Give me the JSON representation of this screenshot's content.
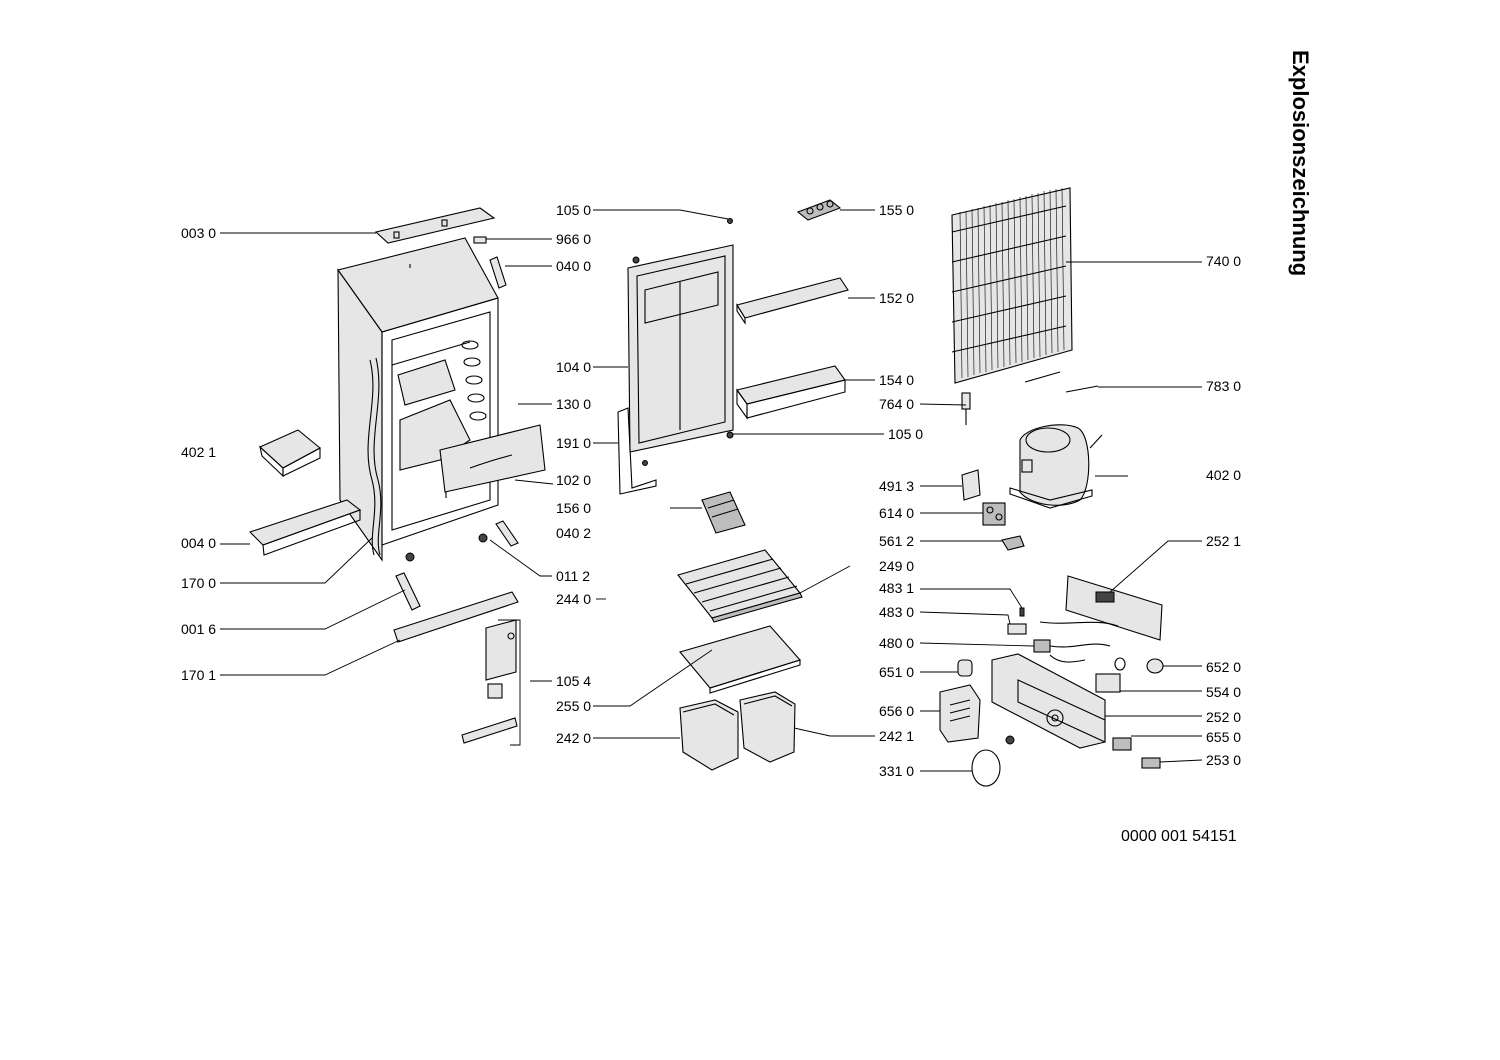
{
  "title": "Explosionszeichnung",
  "document_number": "0000 001 54151",
  "labels": [
    {
      "id": "lbl-003-0",
      "text": "003 0"
    },
    {
      "id": "lbl-402-1",
      "text": "402 1"
    },
    {
      "id": "lbl-004-0",
      "text": "004 0"
    },
    {
      "id": "lbl-170-0",
      "text": "170 0"
    },
    {
      "id": "lbl-001-6",
      "text": "001 6"
    },
    {
      "id": "lbl-170-1",
      "text": "170 1"
    },
    {
      "id": "lbl-105-0a",
      "text": "105 0"
    },
    {
      "id": "lbl-966-0",
      "text": "966 0"
    },
    {
      "id": "lbl-040-0",
      "text": "040 0"
    },
    {
      "id": "lbl-104-0",
      "text": "104 0"
    },
    {
      "id": "lbl-130-0",
      "text": "130 0"
    },
    {
      "id": "lbl-191-0",
      "text": "191 0"
    },
    {
      "id": "lbl-102-0",
      "text": "102 0"
    },
    {
      "id": "lbl-156-0",
      "text": "156 0"
    },
    {
      "id": "lbl-040-2",
      "text": "040 2"
    },
    {
      "id": "lbl-011-2",
      "text": "011 2"
    },
    {
      "id": "lbl-244-0",
      "text": "244 0"
    },
    {
      "id": "lbl-105-4",
      "text": "105 4"
    },
    {
      "id": "lbl-255-0",
      "text": "255 0"
    },
    {
      "id": "lbl-242-0",
      "text": "242 0"
    },
    {
      "id": "lbl-155-0",
      "text": "155 0"
    },
    {
      "id": "lbl-152-0",
      "text": "152 0"
    },
    {
      "id": "lbl-154-0",
      "text": "154 0"
    },
    {
      "id": "lbl-764-0",
      "text": "764 0"
    },
    {
      "id": "lbl-105-0b",
      "text": "105 0"
    },
    {
      "id": "lbl-491-3",
      "text": "491 3"
    },
    {
      "id": "lbl-614-0",
      "text": "614 0"
    },
    {
      "id": "lbl-561-2",
      "text": "561 2"
    },
    {
      "id": "lbl-249-0",
      "text": "249 0"
    },
    {
      "id": "lbl-483-1",
      "text": "483 1"
    },
    {
      "id": "lbl-483-0",
      "text": "483 0"
    },
    {
      "id": "lbl-480-0",
      "text": "480 0"
    },
    {
      "id": "lbl-651-0",
      "text": "651 0"
    },
    {
      "id": "lbl-656-0",
      "text": "656 0"
    },
    {
      "id": "lbl-331-0",
      "text": "331 0"
    },
    {
      "id": "lbl-242-1",
      "text": "242 1"
    },
    {
      "id": "lbl-740-0",
      "text": "740 0"
    },
    {
      "id": "lbl-783-0",
      "text": "783 0"
    },
    {
      "id": "lbl-402-0",
      "text": "402 0"
    },
    {
      "id": "lbl-252-1",
      "text": "252 1"
    },
    {
      "id": "lbl-652-0",
      "text": "652 0"
    },
    {
      "id": "lbl-554-0",
      "text": "554 0"
    },
    {
      "id": "lbl-252-0",
      "text": "252 0"
    },
    {
      "id": "lbl-655-0",
      "text": "655 0"
    },
    {
      "id": "lbl-253-0",
      "text": "253 0"
    }
  ]
}
